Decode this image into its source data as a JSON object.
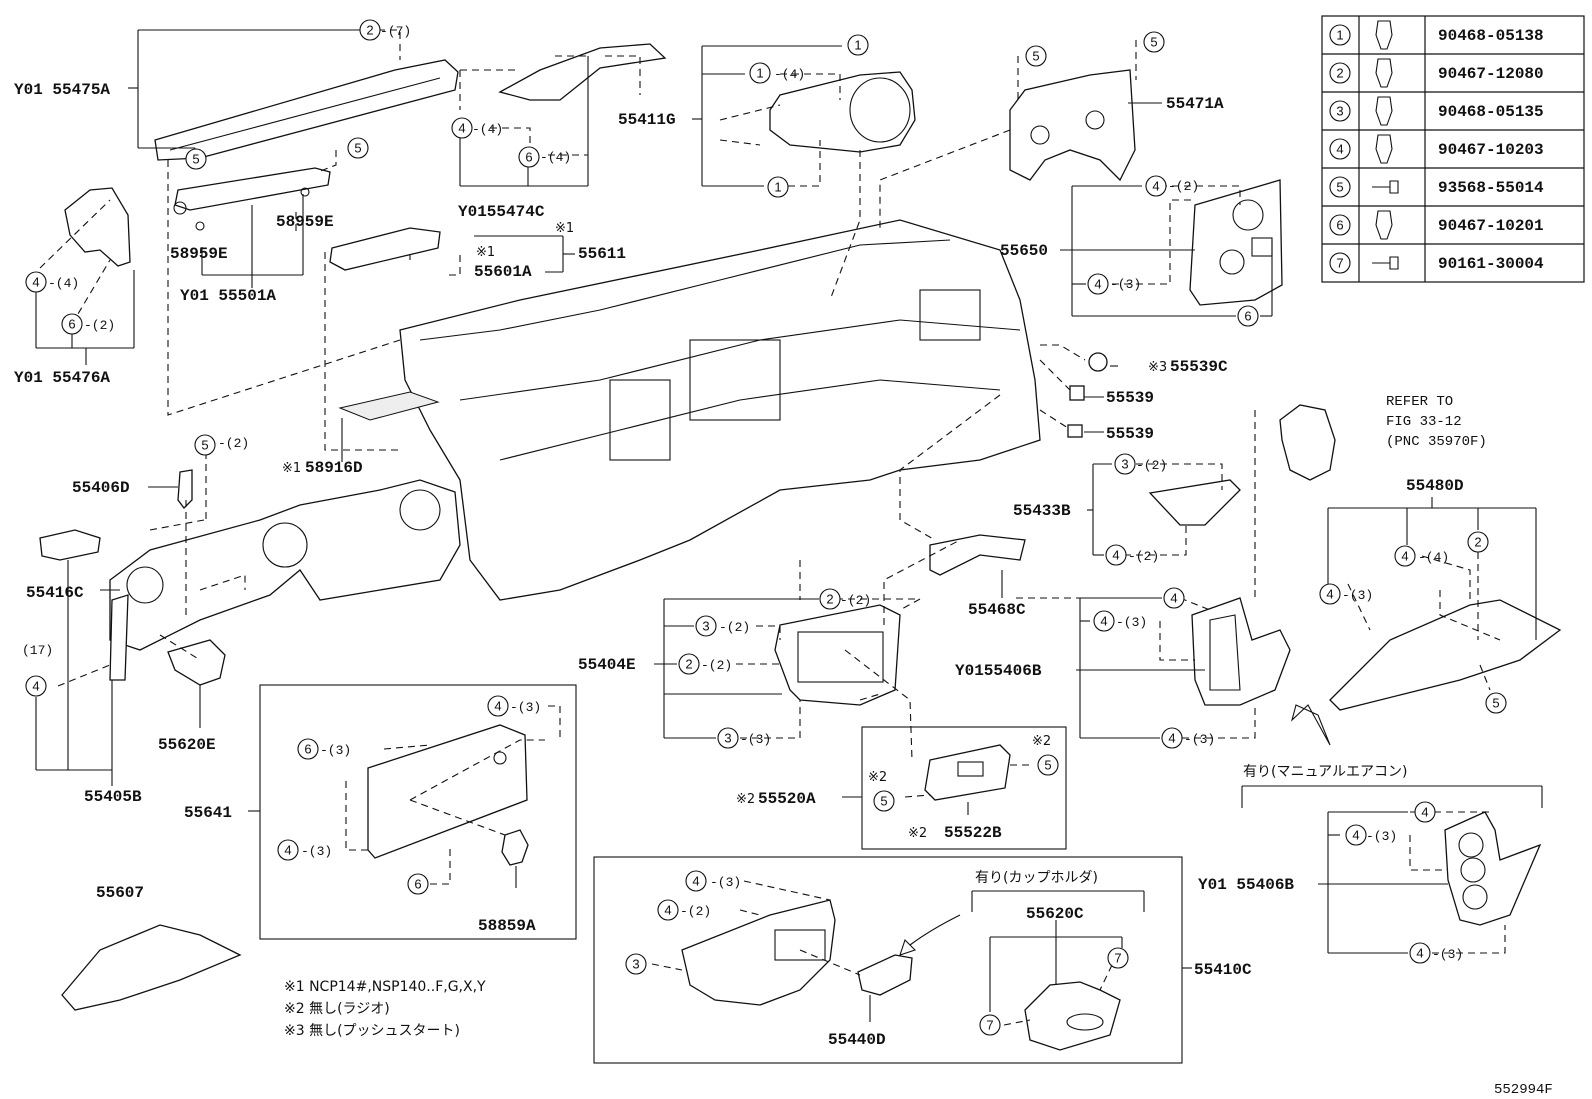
{
  "parts": {
    "p55475A": "Y01 55475A",
    "p55474C": "Y0155474C",
    "p55476A": "Y01 55476A",
    "p55501A": "Y01 55501A",
    "p58959E_1": "58959E",
    "p58959E_2": "58959E",
    "p55601A": "55601A",
    "p55611": "55611",
    "p55411G": "55411G",
    "p55471A": "55471A",
    "p55650": "55650",
    "p55539C": "55539C",
    "p55539_1": "55539",
    "p55539_2": "55539",
    "p58916D": "58916D",
    "p55406D": "55406D",
    "p55416C": "55416C",
    "p55433B": "55433B",
    "p55480D": "55480D",
    "p55468C": "55468C",
    "p55404E": "55404E",
    "p55406B_1": "Y0155406B",
    "p55620E": "55620E",
    "p55405B": "55405B",
    "p55641": "55641",
    "p55520A": "55520A",
    "p55522B": "55522B",
    "p58859A": "58859A",
    "p55607": "55607",
    "p55406B_2": "Y01 55406B",
    "p55620C": "55620C",
    "p55410C": "55410C",
    "p55440D": "55440D"
  },
  "qty": {
    "q2_7": "-(7)",
    "q1_4": "-(4)",
    "q4_4a": "-(4)",
    "q6_4": "-(4)",
    "q4_4b": "-(4)",
    "q6_2a": "-(2)",
    "q4_2a": "-(2)",
    "q4_3a": "-(3)",
    "q5_2": "-(2)",
    "q3_2a": "-(2)",
    "q4_2b": "-(2)",
    "q2_2a": "-(2)",
    "q3_2b": "-(2)",
    "q2_2b": "-(2)",
    "q3_3": "-(3)",
    "q4_4c": "-(4)",
    "q4_3b": "-(3)",
    "q4_3c": "-(3)",
    "q4_3d": "-(3)",
    "q6_3": "-(3)",
    "q4_3e": "-(3)",
    "q4_3f": "-(3)",
    "q4_3g": "-(3)",
    "q4_3h": "-(3)",
    "q4_3i": "-(3)",
    "q4_2c": "-(2)",
    "q17": "(17)"
  },
  "marks": {
    "m1a": "※1",
    "m1b": "※1",
    "m1c": "※1",
    "m2a": "※2",
    "m2b": "※2",
    "m2c": "※2",
    "m2d": "※2",
    "m3": "※3"
  },
  "notes": {
    "refer1": "REFER TO",
    "refer2": "FIG 33-12",
    "refer3": "(PNC 35970F)",
    "manual_ac": "有り(マニュアルエアコン)",
    "cup_holder": "有り(カップホルダ)",
    "footnote1": "※1 NCP14#,NSP140..F,G,X,Y",
    "footnote2": "※2 無し(ラジオ)",
    "footnote3": "※3 無し(プッシュスタート)",
    "fig_no": "552994F"
  },
  "table": [
    {
      "n": "1",
      "part": "90468-05138"
    },
    {
      "n": "2",
      "part": "90467-12080"
    },
    {
      "n": "3",
      "part": "90468-05135"
    },
    {
      "n": "4",
      "part": "90467-10203"
    },
    {
      "n": "5",
      "part": "93568-55014"
    },
    {
      "n": "6",
      "part": "90467-10201"
    },
    {
      "n": "7",
      "part": "90161-30004"
    }
  ]
}
